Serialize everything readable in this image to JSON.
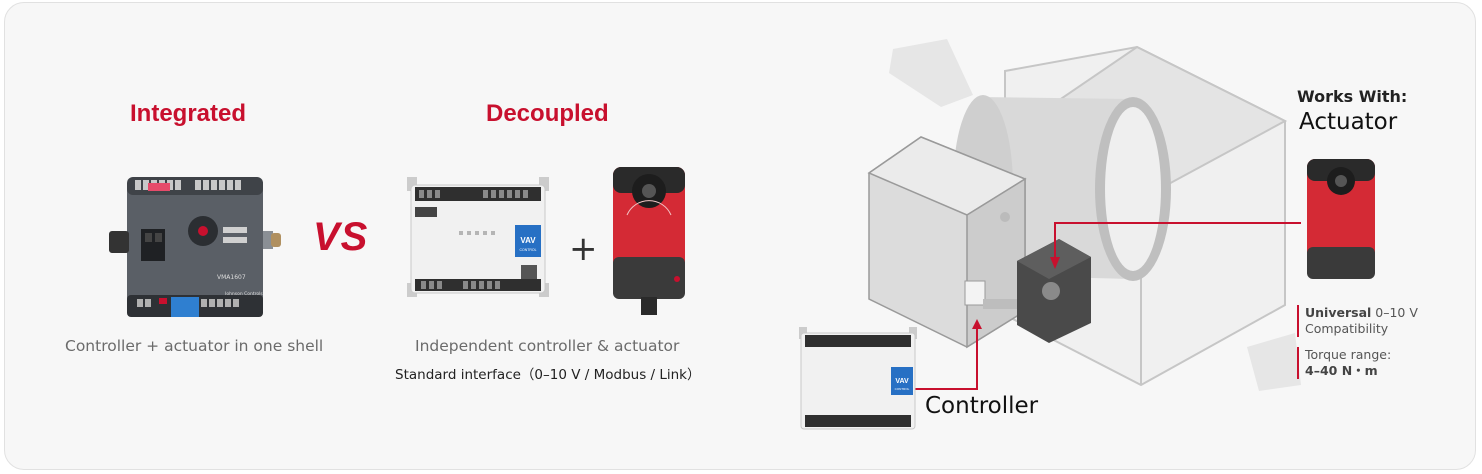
{
  "left": {
    "title": "Integrated",
    "caption": "Controller + actuator in one shell"
  },
  "vs_label": "VS",
  "middle": {
    "title": "Decoupled",
    "plus": "+",
    "caption": "Independent controller & actuator",
    "subcaption": "Standard interface（0–10 V / Modbus / Link）"
  },
  "right": {
    "works_with": "Works With:",
    "actuator_label": "Actuator",
    "controller_label": "Controller",
    "spec1_bold": "Universal",
    "spec1_rest": " 0–10 V",
    "spec1_line2": "Compatibility",
    "spec2_line1": "Torque range:",
    "spec2_line2": "4–40 N・m"
  },
  "device_text": {
    "vav": "VAV",
    "control": "CONTROL",
    "vav_model": "VMA1607",
    "jci": "Johnson Controls"
  },
  "colors": {
    "accent": "#c8102e",
    "actuator_red": "#d42a35",
    "device_gray": "#5a5f66"
  }
}
